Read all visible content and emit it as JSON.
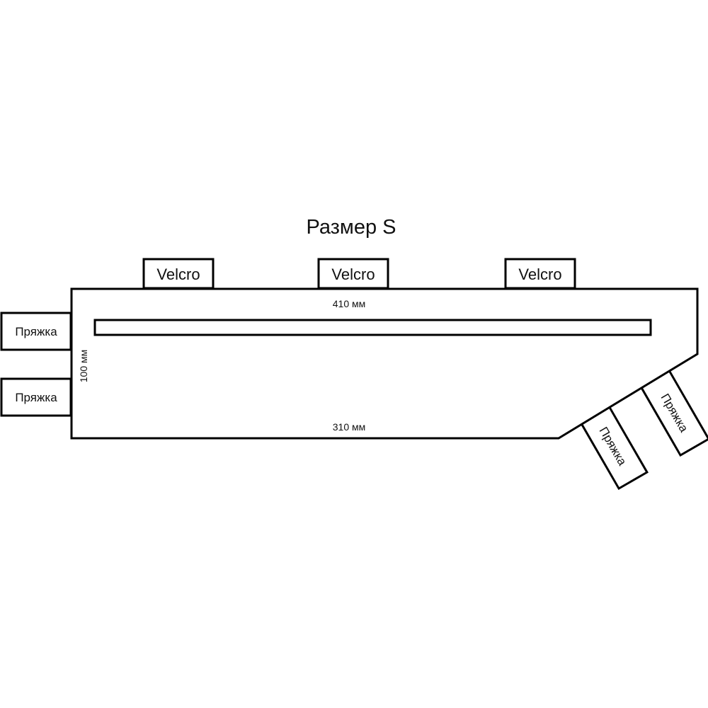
{
  "title": "Размер S",
  "velcro_tabs": [
    {
      "label": "Velcro"
    },
    {
      "label": "Velcro"
    },
    {
      "label": "Velcro"
    }
  ],
  "left_buckles": [
    {
      "label": "Пряжка"
    },
    {
      "label": "Пряжка"
    }
  ],
  "angled_buckles": [
    {
      "label": "Пряжка"
    },
    {
      "label": "Пряжка"
    }
  ],
  "dimensions": {
    "top_length": "410 мм",
    "bottom_length": "310 мм",
    "height": "100 мм"
  },
  "colors": {
    "stroke": "#000000",
    "fill": "#ffffff"
  }
}
